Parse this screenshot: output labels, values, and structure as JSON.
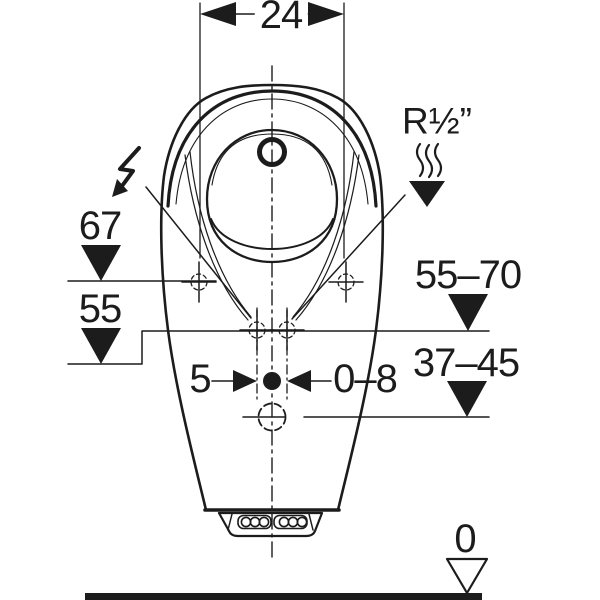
{
  "colors": {
    "ink": "#1c1c1c",
    "paper": "#ffffff"
  },
  "labels": {
    "width_top": "24",
    "water_supply": "R½”",
    "height_electrical": "67",
    "height_55": "55",
    "range_55_70": "55–70",
    "range_37_45": "37–45",
    "spacing_left": "5",
    "spacing_right": "0–8",
    "floor_level": "0"
  },
  "symbols": {
    "lightning_icon": "electrical-connection",
    "waves_icon": "water-supply",
    "filled_triangle_icon": "dimension-level-marker",
    "open_triangle_icon": "finished-floor-level-marker",
    "crosshair_icon": "fixing-drilling-point"
  }
}
